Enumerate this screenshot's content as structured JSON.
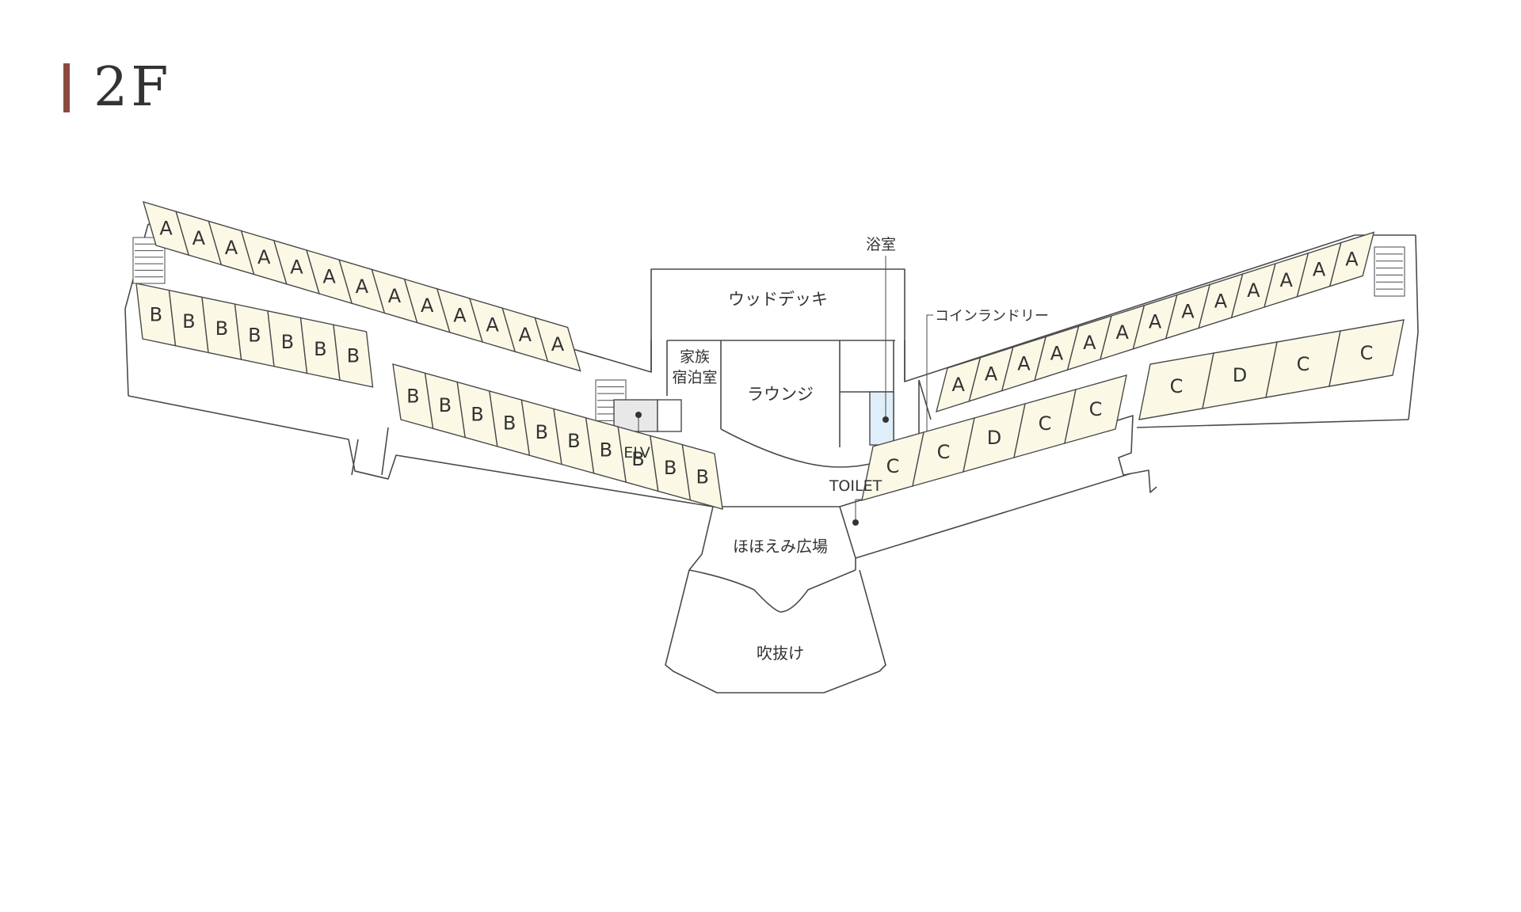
{
  "floor": {
    "title": "2F",
    "accent_color": "#8b4a3e"
  },
  "colors": {
    "room_fill": "#fbf9e6",
    "stroke": "#4a4a4a",
    "bath_fill": "#dfeef8",
    "elevator_fill": "#e8e8e8"
  },
  "rooms": {
    "row_a_left": [
      "A",
      "A",
      "A",
      "A",
      "A",
      "A",
      "A",
      "A",
      "A",
      "A",
      "A",
      "A",
      "A"
    ],
    "row_a_right": [
      "A",
      "A",
      "A",
      "A",
      "A",
      "A",
      "A",
      "A",
      "A",
      "A",
      "A",
      "A",
      "A"
    ],
    "row_b_left_outer": [
      "B",
      "B",
      "B",
      "B",
      "B",
      "B",
      "B"
    ],
    "row_b_left_inner": [
      "B",
      "B",
      "B",
      "B",
      "B",
      "B",
      "B",
      "B",
      "B",
      "B"
    ],
    "row_c_right_inner": [
      "C",
      "C",
      "D",
      "C",
      "C"
    ],
    "row_c_right_outer": [
      "C",
      "D",
      "C",
      "C"
    ]
  },
  "labels": {
    "wood_deck": "ウッドデッキ",
    "family_room": [
      "家族",
      "宿泊室"
    ],
    "lounge": "ラウンジ",
    "bath": "浴室",
    "coin_laundry": "コインランドリー",
    "elevator": "ELV",
    "toilet": "TOILET",
    "plaza": "ほほえみ広場",
    "atrium": "吹抜け"
  }
}
